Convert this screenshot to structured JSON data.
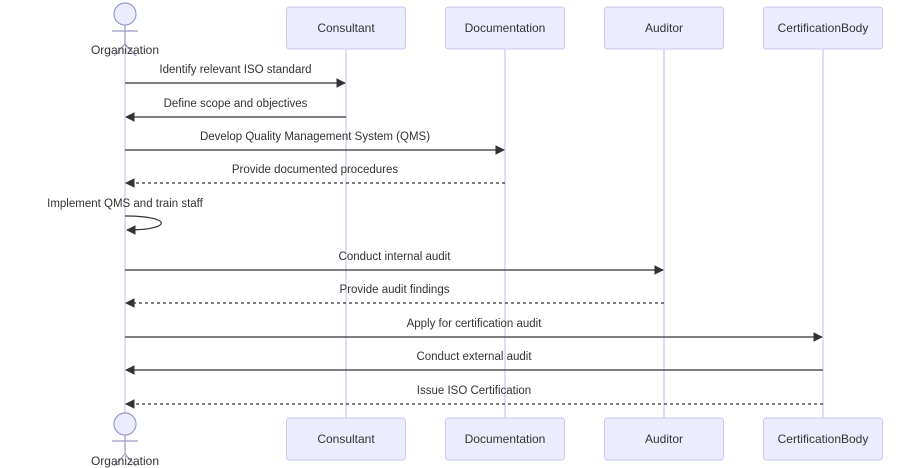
{
  "participants": [
    {
      "id": "org",
      "label": "Organization",
      "kind": "actor"
    },
    {
      "id": "consultant",
      "label": "Consultant",
      "kind": "box"
    },
    {
      "id": "documentation",
      "label": "Documentation",
      "kind": "box"
    },
    {
      "id": "auditor",
      "label": "Auditor",
      "kind": "box"
    },
    {
      "id": "certbody",
      "label": "CertificationBody",
      "kind": "box"
    }
  ],
  "messages": [
    {
      "from": "org",
      "to": "consultant",
      "text": "Identify relevant ISO standard",
      "style": "solid"
    },
    {
      "from": "consultant",
      "to": "org",
      "text": "Define scope and objectives",
      "style": "solid"
    },
    {
      "from": "org",
      "to": "documentation",
      "text": "Develop Quality Management System (QMS)",
      "style": "solid"
    },
    {
      "from": "documentation",
      "to": "org",
      "text": "Provide documented procedures",
      "style": "dashed"
    },
    {
      "from": "org",
      "to": "org",
      "text": "Implement QMS and train staff",
      "style": "solid"
    },
    {
      "from": "org",
      "to": "auditor",
      "text": "Conduct internal audit",
      "style": "solid"
    },
    {
      "from": "auditor",
      "to": "org",
      "text": "Provide audit findings",
      "style": "dashed"
    },
    {
      "from": "org",
      "to": "certbody",
      "text": "Apply for certification audit",
      "style": "solid"
    },
    {
      "from": "certbody",
      "to": "org",
      "text": "Conduct external audit",
      "style": "solid"
    },
    {
      "from": "certbody",
      "to": "org",
      "text": "Issue ISO Certification",
      "style": "dashed"
    }
  ]
}
